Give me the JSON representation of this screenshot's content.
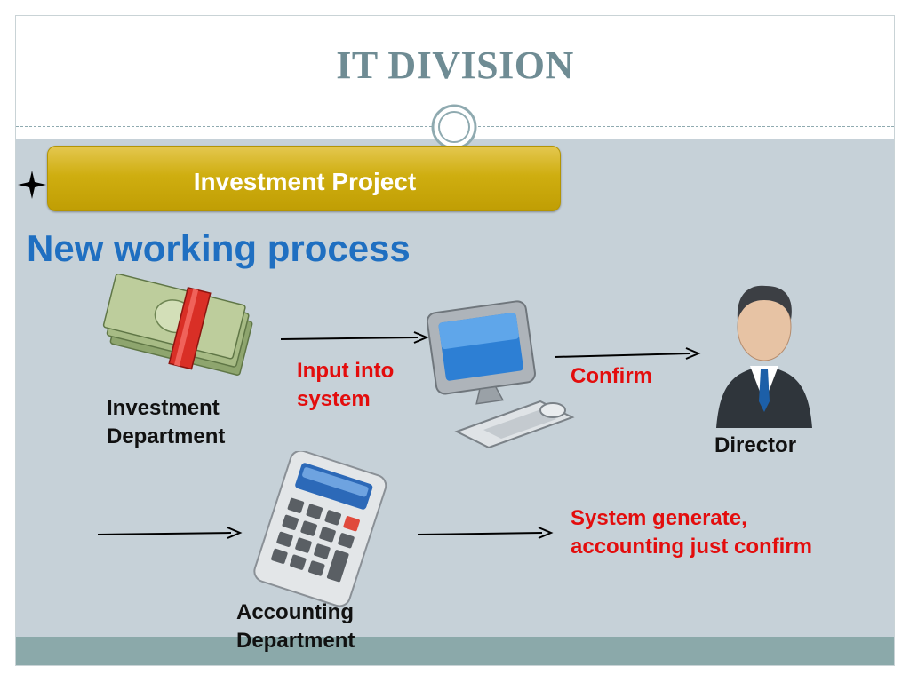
{
  "slide": {
    "title": "IT DIVISION",
    "banner": "Investment Project",
    "heading": "New working process"
  },
  "nodes": {
    "investment_line1": "Investment",
    "investment_line2": "Department",
    "input_line1": "Input into",
    "input_line2": "system",
    "confirm": "Confirm",
    "director": "Director",
    "system_line1": "System generate,",
    "system_line2": "accounting just confirm",
    "accounting_line1": "Accounting",
    "accounting_line2": "Department"
  },
  "icons": [
    "money-icon",
    "computer-icon",
    "director-icon",
    "calculator-icon"
  ],
  "colors": {
    "title": "#6f8c94",
    "heading": "#1f6fc1",
    "banner": "#cfae10",
    "content_bg": "#c6d1d8",
    "footer": "#8ba9aa",
    "red_label": "#e30d0d"
  }
}
